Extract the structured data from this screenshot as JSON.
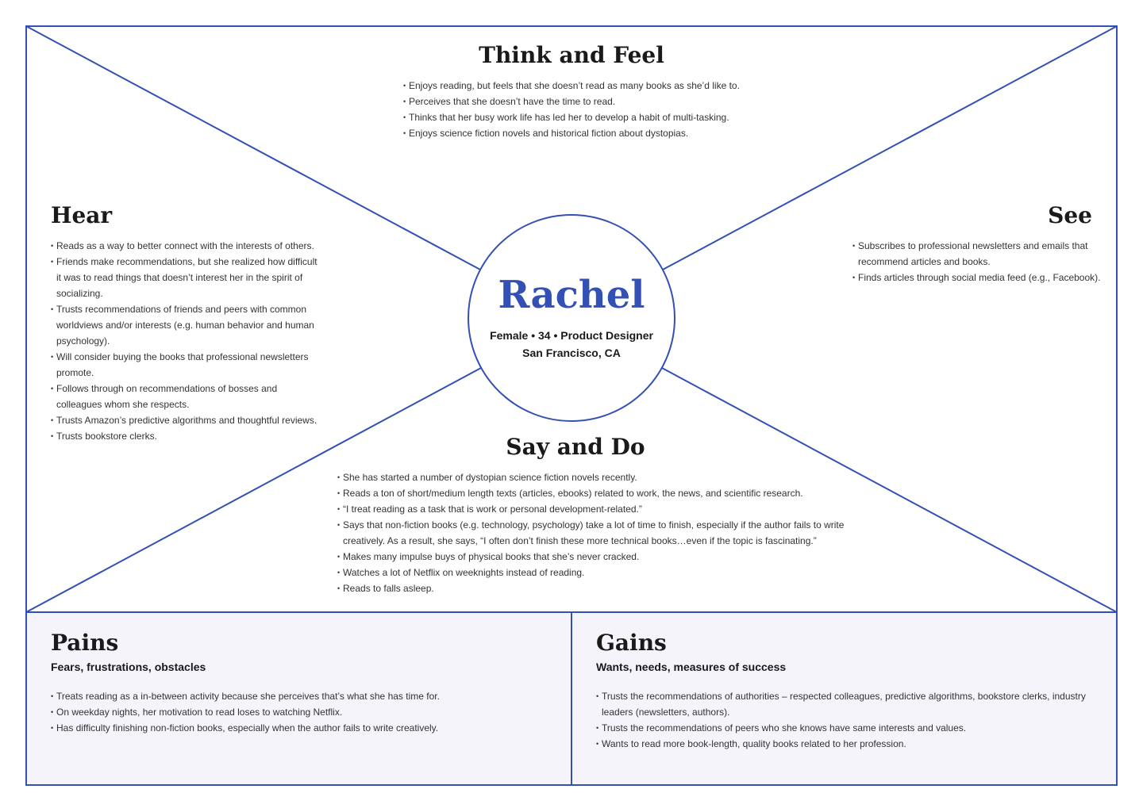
{
  "colors": {
    "accent": "#3350b5",
    "panel_bg": "#f4f4fa",
    "text": "#333333",
    "heading": "#1a1a1a"
  },
  "persona": {
    "name": "Rachel",
    "details": "Female • 34 • Product Designer",
    "location": "San Francisco, CA"
  },
  "think_feel": {
    "title": "Think and Feel",
    "items": [
      "Enjoys reading, but feels that she doesn’t read as many books as she’d like to.",
      "Perceives that she doesn’t have the time to read.",
      "Thinks that her busy work life has led her to develop a habit of multi-tasking.",
      "Enjoys science fiction novels and historical fiction about dystopias."
    ]
  },
  "hear": {
    "title": "Hear",
    "items": [
      "Reads as a way to better connect with the interests of others.",
      "Friends make recommendations, but she realized how difficult it was to read things that doesn’t interest her in the spirit of socializing.",
      "Trusts recommendations of friends and peers with common worldviews and/or interests (e.g. human behavior and human psychology).",
      "Will consider buying the books that professional newsletters promote.",
      "Follows through on recommendations of bosses and colleagues whom she respects.",
      "Trusts Amazon’s predictive algorithms and thoughtful reviews.",
      "Trusts bookstore clerks."
    ]
  },
  "see": {
    "title": "See",
    "items": [
      "Subscribes to professional newsletters and emails that recommend articles and books.",
      "Finds articles through social media feed (e.g., Facebook)."
    ]
  },
  "say_do": {
    "title": "Say and Do",
    "items": [
      "She has started a number of dystopian science fiction novels recently.",
      "Reads a ton of short/medium length texts (articles, ebooks) related to work, the news, and scientific research.",
      "“I treat reading as a task that is work or personal development-related.”",
      "Says that non-fiction books (e.g. technology, psychology) take a lot of time to finish, especially if the author fails to write creatively. As a result, she says, “I often don’t finish these more technical books…even if the topic is fascinating.”",
      "Makes many impulse buys of physical books that she’s never cracked.",
      "Watches a lot of Netflix on weeknights instead of reading.",
      "Reads to falls asleep."
    ]
  },
  "pains": {
    "title": "Pains",
    "subtitle": "Fears, frustrations, obstacles",
    "items": [
      "Treats reading as a in-between activity because she perceives that’s what she has time for.",
      "On weekday nights, her motivation to read loses to watching Netflix.",
      "Has difficulty finishing non-fiction books, especially when the author fails to write creatively."
    ]
  },
  "gains": {
    "title": "Gains",
    "subtitle": "Wants, needs, measures of success",
    "items": [
      "Trusts the recommendations of authorities – respected colleagues, predictive algorithms, bookstore clerks, industry leaders (newsletters, authors).",
      "Trusts the recommendations of peers who she knows have same interests and values.",
      "Wants to read more book-length, quality books related to her profession."
    ]
  }
}
